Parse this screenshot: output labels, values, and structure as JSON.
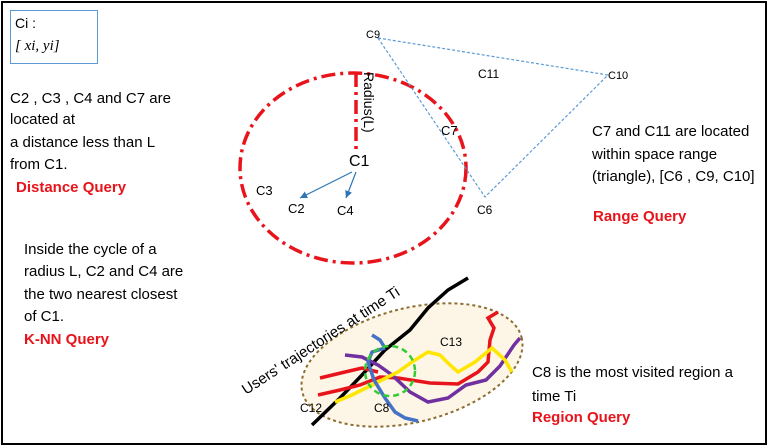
{
  "legend": {
    "name": "Ci",
    "sep": ":",
    "coords": "[ xi, yi]"
  },
  "distance": {
    "line1": "C2 , C3 , C4 and C7 are",
    "line2": "located at",
    "line3": "a distance less than L",
    "line4": "from C1.",
    "title": "Distance Query"
  },
  "knn": {
    "line1": "Inside the cycle of a",
    "line2": "radius L, C2 and C4 are",
    "line3": "the two nearest closest",
    "line4": "of C1.",
    "title": "K-NN Query"
  },
  "range": {
    "line1": "C7 and C11 are located",
    "line2": "within space range",
    "line3": "(triangle), [C6 , C9, C10]",
    "title": "Range Query"
  },
  "region": {
    "line1": "C8 is the most visited region a",
    "line2": "time Ti",
    "title": "Region Query",
    "trajectory_label": "Users' trajectories at time Ti"
  },
  "nodes": {
    "c1": "C1",
    "c2": "C2",
    "c3": "C3",
    "c4": "C4",
    "c6": "C6",
    "c7": "C7",
    "c8": "C8",
    "c9": "C9",
    "c10": "C10",
    "c11": "C11",
    "c12": "C12",
    "c13": "C13",
    "radius": "Radius(L)"
  },
  "colors": {
    "query_title": "#e8141c",
    "circle": "#e8141c",
    "triangle": "#5b9bd5",
    "arrow": "#2e75b6",
    "ellipse_border": "#8b6d2f",
    "ellipse_fill": "#fdf6e6",
    "highlight_circle": "#33cc33"
  }
}
